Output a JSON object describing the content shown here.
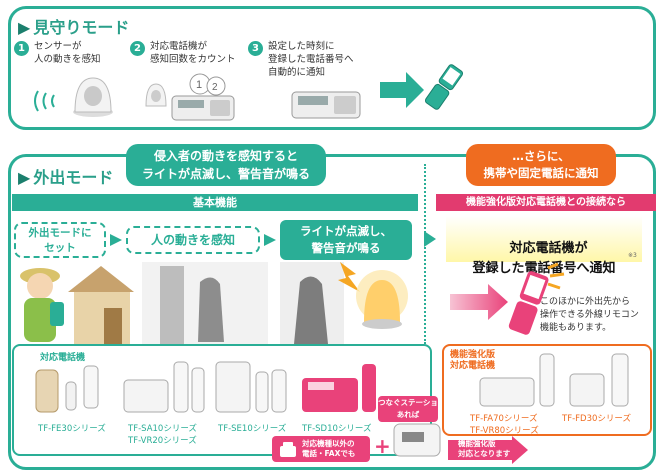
{
  "watch": {
    "title": "見守りモード",
    "steps": [
      {
        "num": "1",
        "text": "センサーが\n人の動きを感知"
      },
      {
        "num": "2",
        "text": "対応電話機が\n感知回数をカウント"
      },
      {
        "num": "3",
        "text": "設定した時刻に\n登録した電話番号へ\n自動的に通知"
      }
    ]
  },
  "away": {
    "title": "外出モード",
    "bubble": "侵入者の動きを感知すると\nライトが点滅し、警告音が鳴る",
    "band_left": "基本機能",
    "flow": [
      "外出モードに\nセット",
      "人の動きを感知",
      "ライトが点滅し、\n警告音が鳴る"
    ],
    "right_bubble": "…さらに、\n携帯や固定電話に通知",
    "band_right": "機能強化版対応電話機との接続なら",
    "notify": "対応電話機が\n登録した電話番号へ通知",
    "notify_mark": "※3",
    "remote_note": "このほかに外出先から\n操作できる外線リモコン\n機能もあります。"
  },
  "phones": {
    "heading": "対応電話機",
    "models": [
      "TF-FE30シリーズ",
      "TF-SA10シリーズ",
      "TF-VR20シリーズ",
      "TF-SE10シリーズ",
      "TF-SD10シリーズ"
    ],
    "station_note": "つなぐステーションが\nあれば",
    "other_phones": "対応機種以外の\n電話・FAXでも",
    "result": "機能強化版\n対応となります"
  },
  "enhanced": {
    "heading": "機能強化版\n対応電話機",
    "models": [
      "TF-FA70シリーズ",
      "TF-VR80シリーズ",
      "TF-FD30シリーズ"
    ]
  },
  "colors": {
    "teal": "#2aae96",
    "orange": "#ef6c20",
    "pink": "#e9427a"
  }
}
